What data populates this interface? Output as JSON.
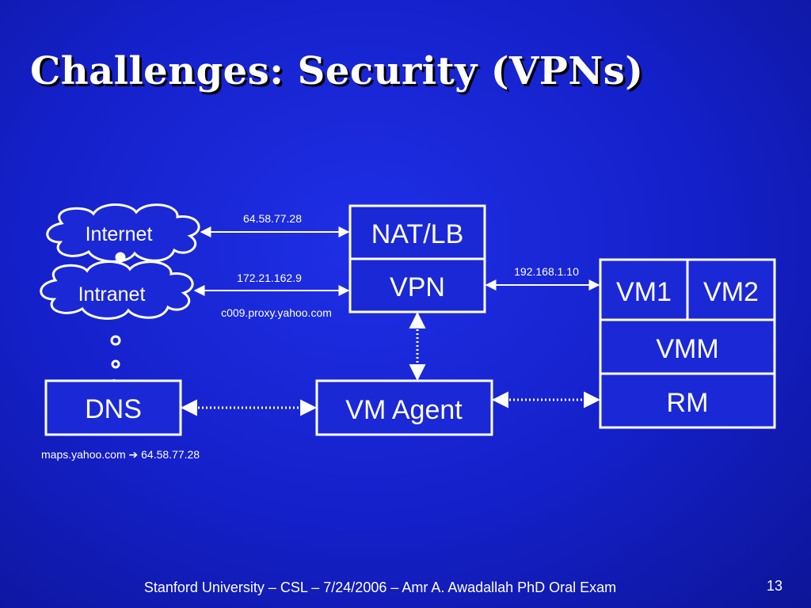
{
  "slide": {
    "title": "Challenges: Security (VPNs)",
    "footer": "Stanford University – CSL – 7/24/2006 – Amr A. Awadallah PhD Oral Exam",
    "page_number": "13"
  },
  "diagram": {
    "clouds": {
      "internet": "Internet",
      "intranet": "Intranet"
    },
    "boxes": {
      "nat_lb": "NAT/LB",
      "vpn": "VPN",
      "vm1": "VM1",
      "vm2": "VM2",
      "vmm": "VMM",
      "rm": "RM",
      "dns": "DNS",
      "vm_agent": "VM Agent"
    },
    "labels": {
      "internet_ip": "64.58.77.28",
      "intranet_ip": "172.21.162.9",
      "proxy_host": "c009.proxy.yahoo.com",
      "vm_ip": "192.168.1.10",
      "dns_mapping": "maps.yahoo.com  64.58.77.28"
    },
    "colors": {
      "background": "#1420c8",
      "box_fill": "#1a28d6",
      "line": "#ffffff"
    }
  }
}
